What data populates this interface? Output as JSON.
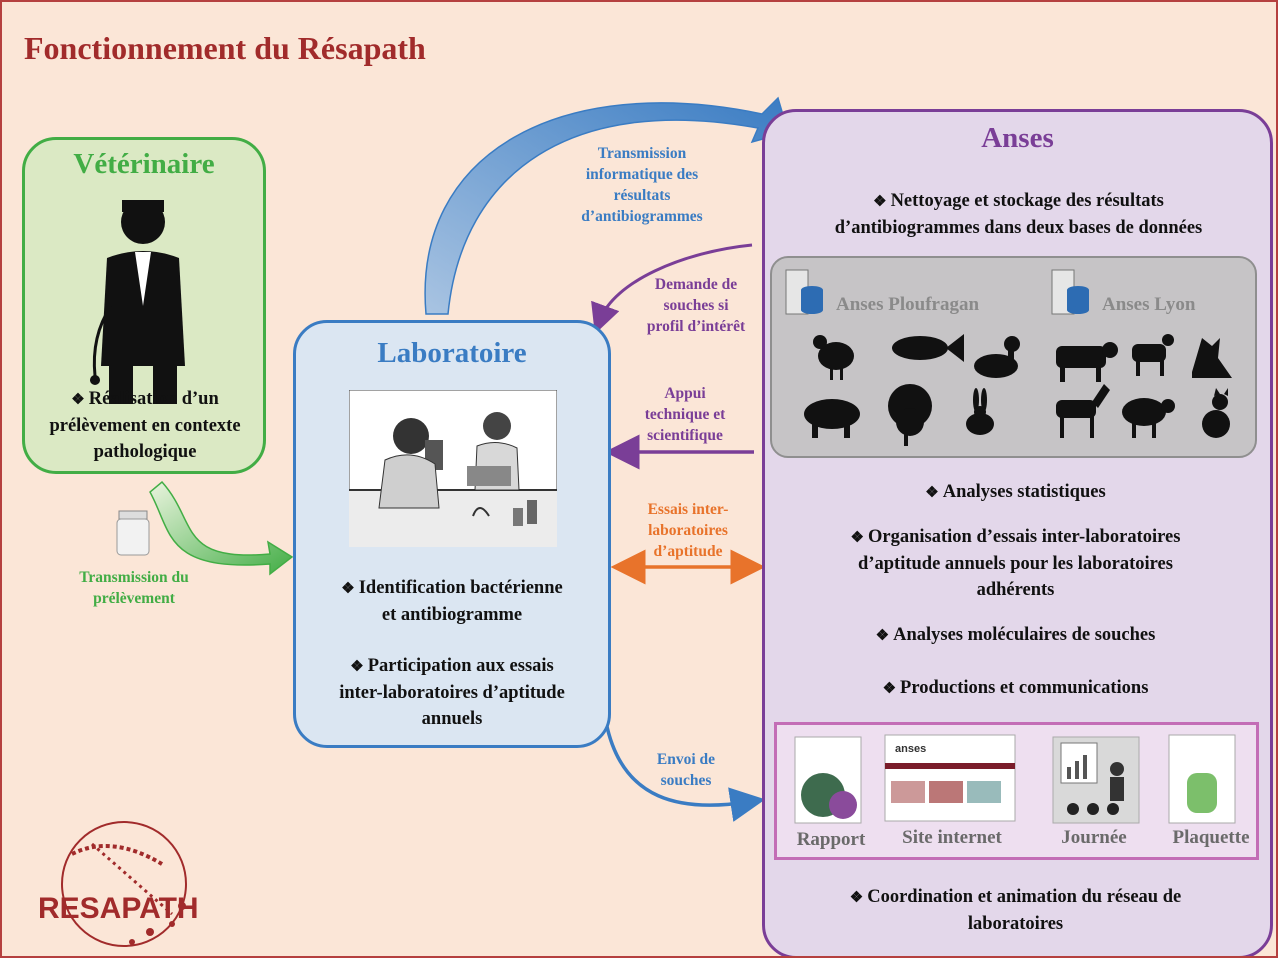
{
  "title": "Fonctionnement du Résapath",
  "colors": {
    "frame": "#b5403f",
    "background": "#fbe6d7",
    "veterinaire": "#42ad45",
    "laboratoire": "#3a7cc3",
    "anses": "#7a3e97",
    "aptitude": "#e8732b"
  },
  "veterinaire": {
    "heading": "Vétérinaire",
    "icon": "doctor-icon",
    "bullet": [
      "Réalisation d’un",
      "prélèvement en contexte",
      "pathologique"
    ]
  },
  "transmission_prelevement": [
    "Transmission du",
    "prélèvement"
  ],
  "laboratoire": {
    "heading": "Laboratoire",
    "image": "laboratory-illustration",
    "bullet1": [
      "Identification bactérienne",
      "et antibiogramme"
    ],
    "bullet2": [
      "Participation aux essais",
      "inter-laboratoires d’aptitude",
      "annuels"
    ]
  },
  "arrows": {
    "transmission": [
      "Transmission",
      "informatique des",
      "résultats",
      "d’antibiogrammes"
    ],
    "demande": [
      "Demande de",
      "souches si",
      "profil d’intérêt"
    ],
    "appui": [
      "Appui",
      "technique et",
      "scientifique"
    ],
    "essais": [
      "Essais inter-",
      "laboratoires",
      "d’aptitude"
    ],
    "envoi": [
      "Envoi de",
      "souches"
    ]
  },
  "anses": {
    "heading": "Anses",
    "bullet_stockage": [
      "Nettoyage et stockage des résultats",
      "d’antibiogrammes dans deux bases de données"
    ],
    "site1": "Anses Ploufragan",
    "site2": "Anses Lyon",
    "animals1": [
      "chicken-icon",
      "fish-icon",
      "duck-icon",
      "pig-icon",
      "turkey-icon",
      "rabbit-icon"
    ],
    "animals2": [
      "cow-icon",
      "goat-icon",
      "dog-icon",
      "horse-icon",
      "sheep-icon",
      "cat-icon"
    ],
    "bullet_stats": "Analyses statistiques",
    "bullet_orga": [
      "Organisation d’essais inter-laboratoires",
      "d’aptitude annuels pour les laboratoires",
      "adhérents"
    ],
    "bullet_mol": "Analyses moléculaires de souches",
    "bullet_prod": "Productions et communications",
    "productions": [
      "Rapport",
      "Site internet",
      "Journée",
      "Plaquette"
    ],
    "site_logo_text": "anses",
    "bullet_coord": [
      "Coordination et animation du réseau de",
      "laboratoires"
    ]
  },
  "logo": "RESAPATH"
}
